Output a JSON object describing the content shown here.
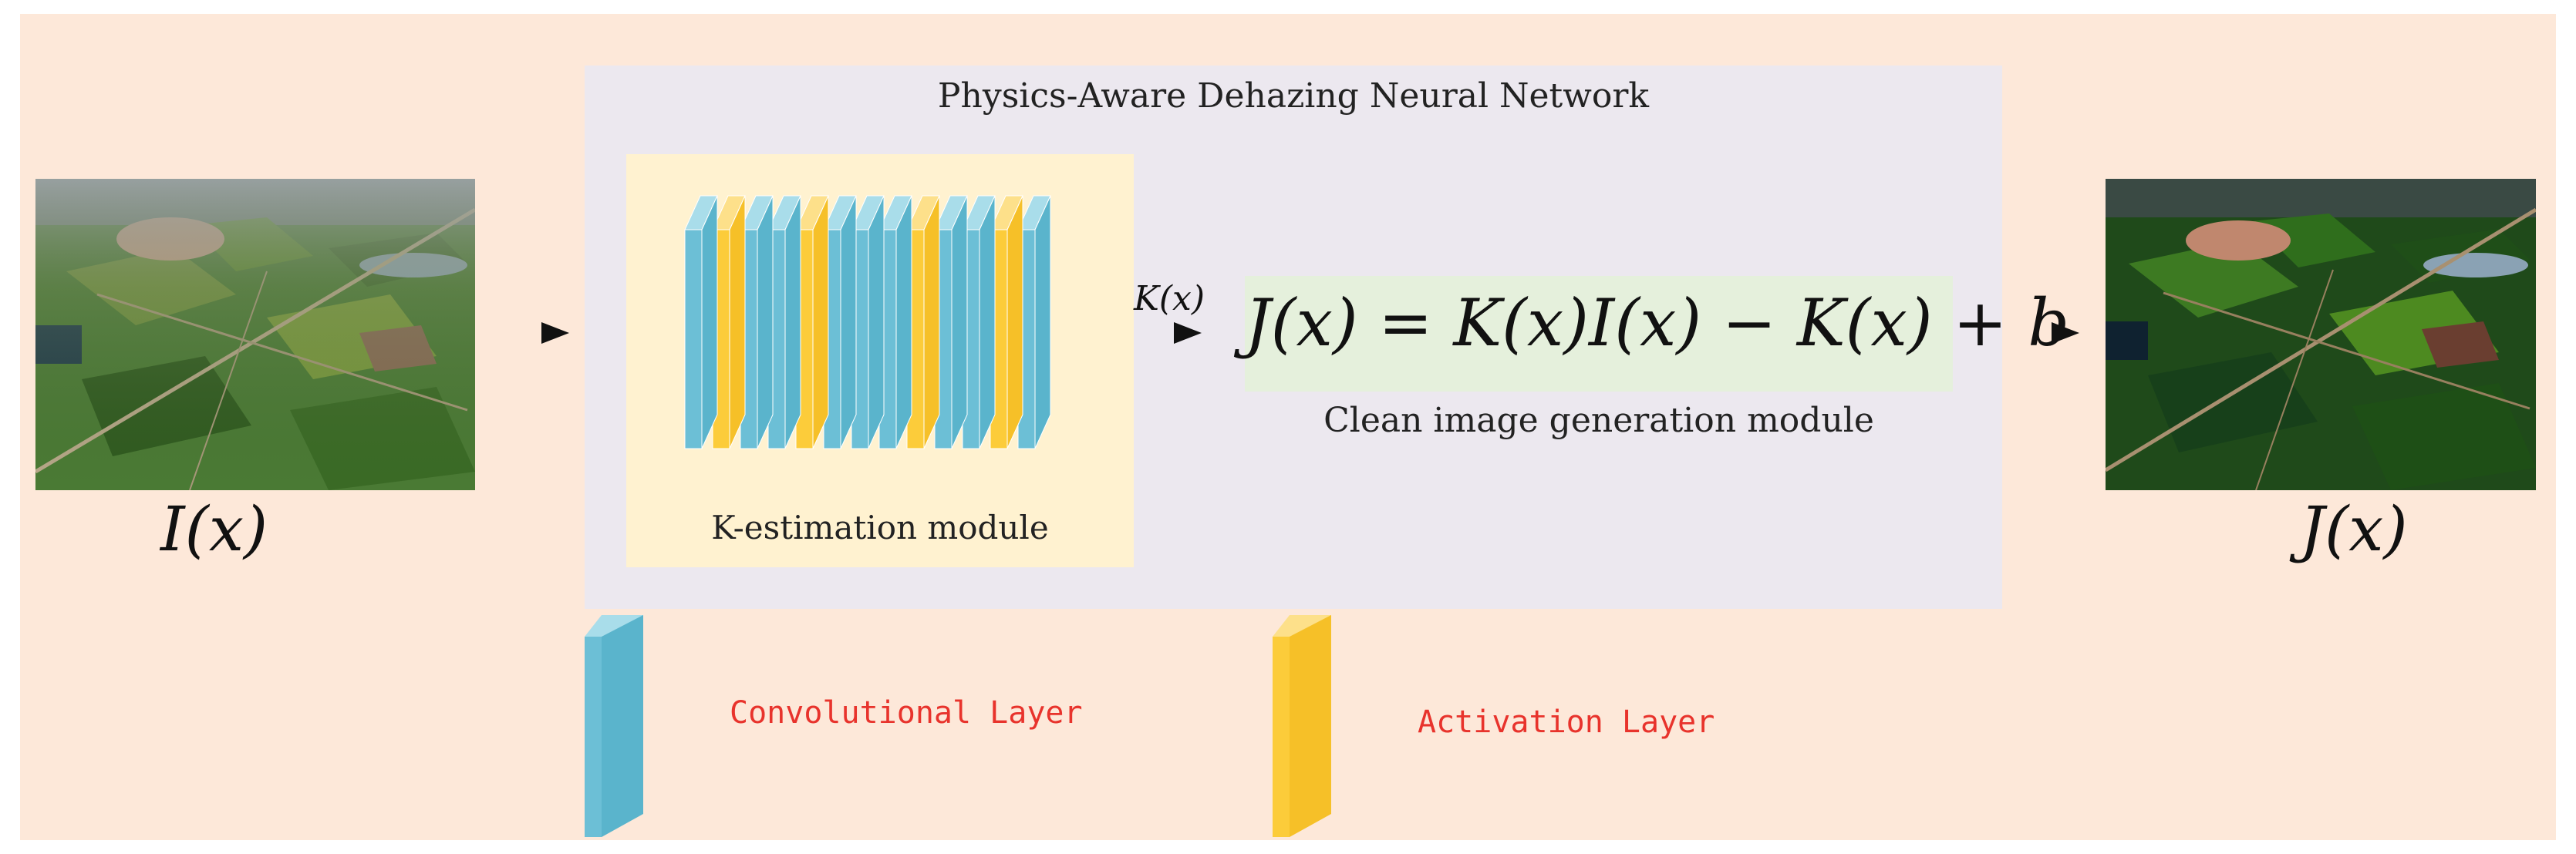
{
  "network_title": "Physics-Aware Dehazing Neural Network",
  "k_module_label": "K-estimation module",
  "clean_module_label": "Clean image generation module",
  "equation": "J(x) = K(x)I(x) − K(x) + b",
  "k_edge_label": "K(x)",
  "input_label": "I(x)",
  "output_label": "J(x)",
  "legend": {
    "conv": "Convolutional Layer",
    "activation": "Activation Layer"
  },
  "colors": {
    "conv_layer": "#6cbfd6",
    "activation_layer": "#fccc3a",
    "background": "#fde8d9",
    "network_panel": "#ece8ef",
    "k_module_panel": "#fff2d0",
    "equation_panel": "#e5f0dc",
    "legend_text": "#e8332c"
  },
  "layer_sequence": [
    "conv",
    "activation",
    "conv",
    "conv",
    "activation",
    "conv",
    "conv",
    "conv",
    "activation",
    "conv",
    "conv",
    "activation",
    "conv"
  ]
}
